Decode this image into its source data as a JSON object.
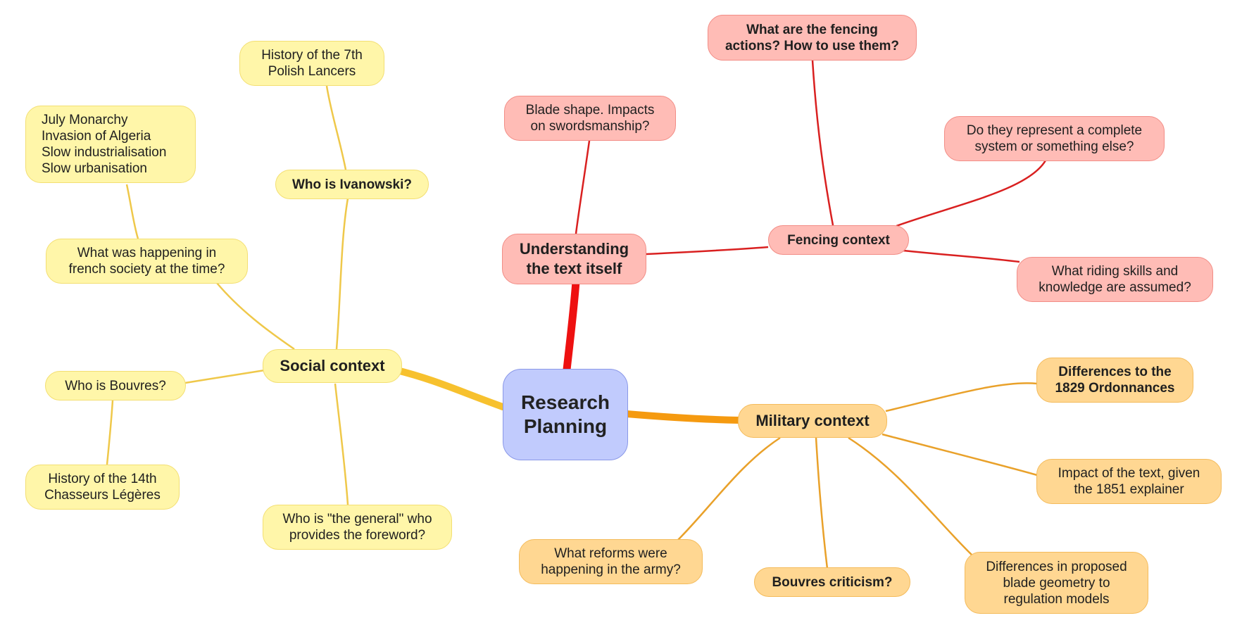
{
  "center": {
    "label": "Research\nPlanning",
    "color": "#c1cbfd"
  },
  "branch_colors": {
    "social": "#f2c94c",
    "text": "#e31e1e",
    "military": "#f0a020"
  },
  "social": {
    "label": "Social context",
    "ivanowski": "Who is Ivanowski?",
    "polish_lancers": "History of the 7th\nPolish Lancers",
    "french_society": "What was happening in\nfrench society at the time?",
    "july_monarchy": "July Monarchy\nInvasion of Algeria\nSlow industrialisation\nSlow urbanisation",
    "bouvres": "Who is Bouvres?",
    "chasseurs": "History of the 14th\nChasseurs Légères",
    "general": "Who is \"the general\" who\nprovides the foreword?"
  },
  "text": {
    "label": "Understanding\nthe text itself",
    "blade_shape": "Blade shape. Impacts\non swordsmanship?",
    "fencing_context": "Fencing context",
    "fencing_actions": "What are the fencing\nactions? How to use them?",
    "complete_system": "Do they represent a complete\nsystem or something else?",
    "riding_skills": "What riding skills and\nknowledge are assumed?"
  },
  "military": {
    "label": "Military context",
    "ordonnances": "Differences to the\n1829 Ordonnances",
    "impact_1851": "Impact of the text, given\nthe 1851 explainer",
    "blade_geometry": "Differences in proposed\nblade geometry to\nregulation models",
    "bouvres_criticism": "Bouvres criticism?",
    "army_reforms": "What reforms were\nhappening in the army?"
  }
}
